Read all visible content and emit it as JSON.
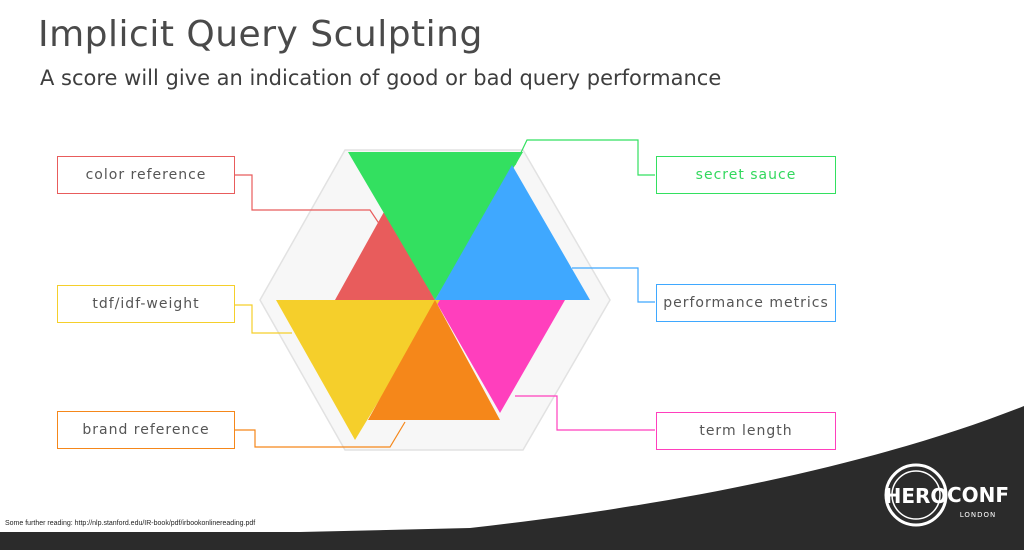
{
  "slide": {
    "title": "Implicit Query Sculpting",
    "subtitle": "A score will give an indication of good or bad query performance"
  },
  "labels": {
    "color_reference": "color reference",
    "tdf_idf_weight": "tdf/idf-weight",
    "brand_reference": "brand reference",
    "secret_sauce": "secret sauce",
    "performance_metrics": "performance metrics",
    "term_length": "term length"
  },
  "colors": {
    "red": "#e85c5c",
    "green": "#33e060",
    "blue": "#3fa8ff",
    "yellow": "#f5cf2b",
    "orange": "#f5871a",
    "magenta": "#ff3fbd",
    "dark": "#2b2b2b"
  },
  "footer": {
    "reading": "Some further reading: http://nlp.stanford.edu/IR-book/pdf/irbookonlinereading.pdf"
  },
  "logo": {
    "hero": "HERO",
    "conf": "CONF",
    "city": "LONDON"
  }
}
